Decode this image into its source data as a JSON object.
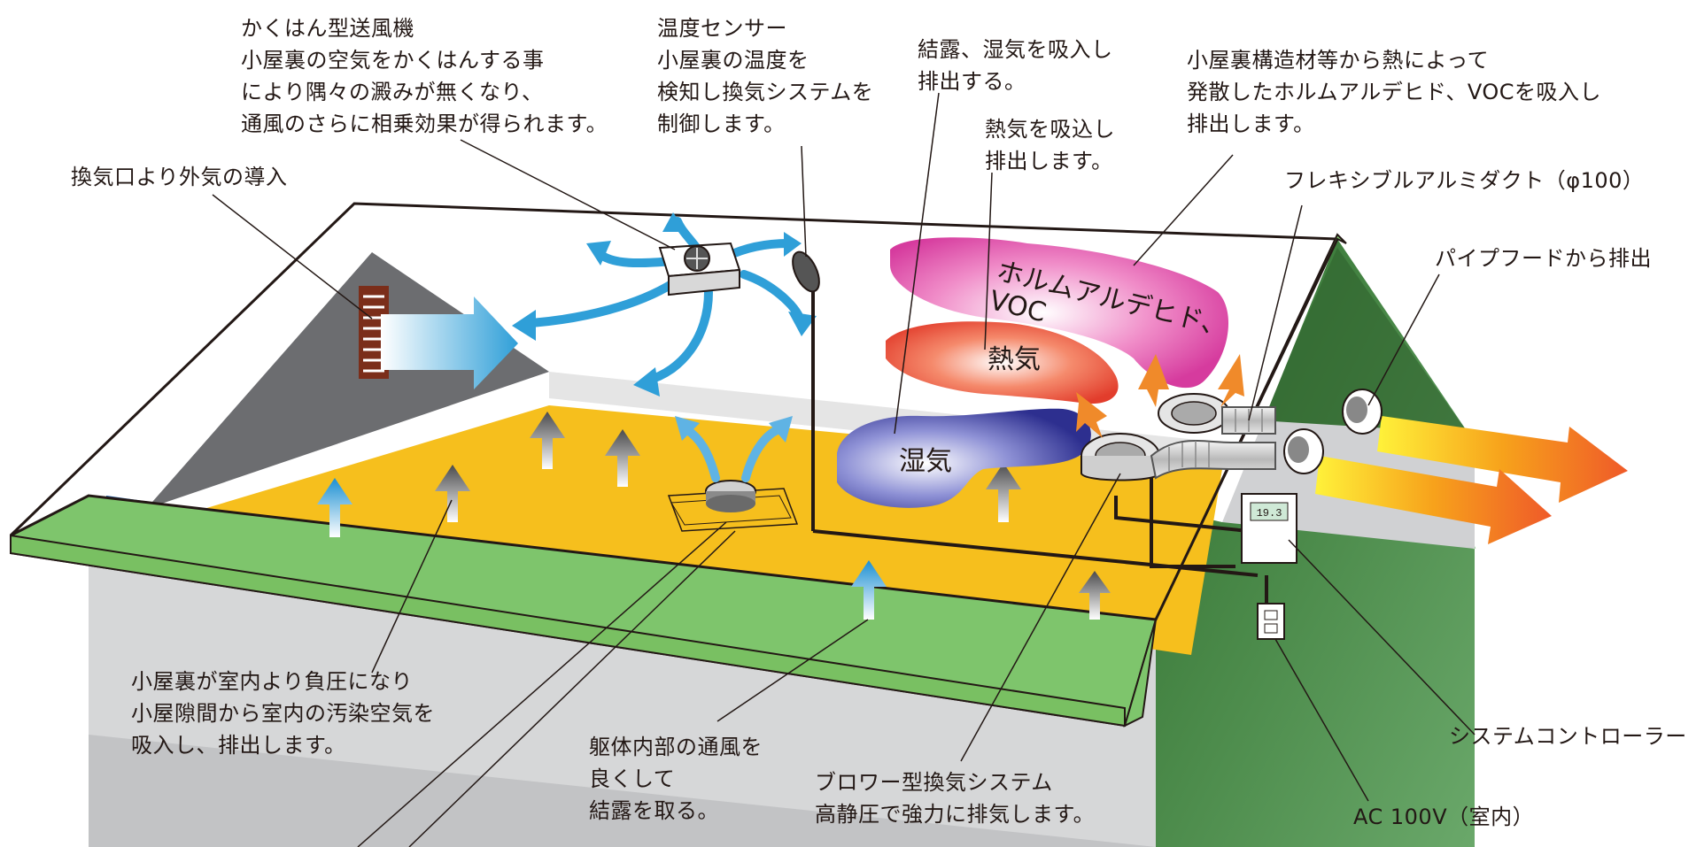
{
  "labels": {
    "fan": "かくはん型送風機\n小屋裏の空気をかくはんする事\nにより隅々の澱みが無くなり、\n通風のさらに相乗効果が得られます。",
    "sensor": "温度センサー\n小屋裏の温度を\n検知し換気システムを\n制御します。",
    "moisture_in": "結露、湿気を吸入し\n排出する。",
    "heat_in": "熱気を吸込し\n排出します。",
    "formaldehyde_in": "小屋裏構造材等から熱によって\n発散したホルムアルデヒド、VOCを吸入し\n排出します。",
    "inlet": "換気口より外気の導入",
    "duct": "フレキシブルアルミダクト（φ100）",
    "pipe_hood": "パイプフードから排出",
    "negative_pressure": "小屋裏が室内より負圧になり\n小屋隙間から室内の汚染空気を\n吸入し、排出します。",
    "body_ventilation": "躯体内部の通風を\n良くして\n結露を取る。",
    "blower": "ブロワー型換気システム\n高静圧で強力に排気します。",
    "controller": "システムコントローラー",
    "power": "AC 100V（室内）"
  },
  "clouds": {
    "formaldehyde": "ホルムアルデヒド、\nVOC",
    "heat": "熱気",
    "moisture": "湿気"
  },
  "controller_display": "19.3",
  "colors": {
    "floor": "#f6bf1d",
    "roof_edge": "#7ec56c",
    "gable": "#6c6d70",
    "wall": "#d6d7d8",
    "green_wall": "#3f7f3c",
    "air_arrow": "#2f9fd8",
    "exhaust_arrow": "#ef5a29",
    "cloud_pink": "#e65fb4",
    "cloud_red": "#ec4c3a",
    "cloud_blue": "#3d3f9c"
  }
}
